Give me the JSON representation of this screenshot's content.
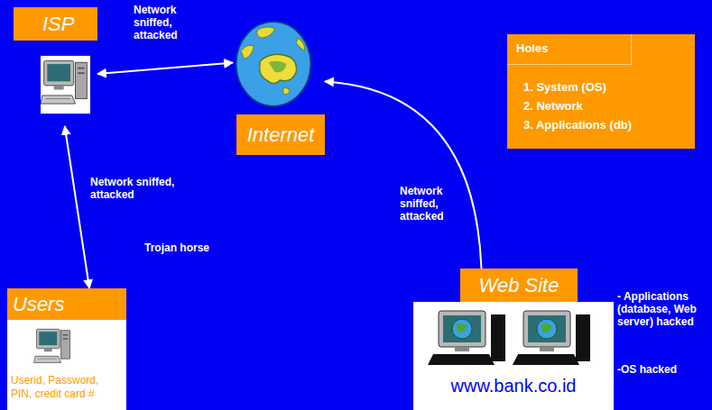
{
  "diagram": {
    "nodes": [
      {
        "text": [
          "ISP"
        ]
      },
      {
        "text": [
          "Internet"
        ]
      },
      {
        "text": [
          "Holes",
          "1. System (OS)",
          "2. Network",
          "3. Applications (db)"
        ]
      },
      {
        "text": [
          "Users",
          "Userid, Password, PIN, credit card #"
        ]
      },
      {
        "text": [
          "Web Site",
          "www.bank.co.id"
        ]
      }
    ],
    "edges": [
      {
        "from": 0,
        "to": 1,
        "arrow": "both",
        "label": "Network sniffed, attacked"
      },
      {
        "from": 0,
        "to": 3,
        "arrow": "both",
        "label": "Network sniffed, attacked"
      },
      {
        "from": 4,
        "to": 1,
        "arrow": "to",
        "label": "Network sniffed, attacked"
      }
    ],
    "labels": [
      "Trojan horse",
      "- Applications (database, Web server) hacked",
      "-OS hacked"
    ]
  }
}
